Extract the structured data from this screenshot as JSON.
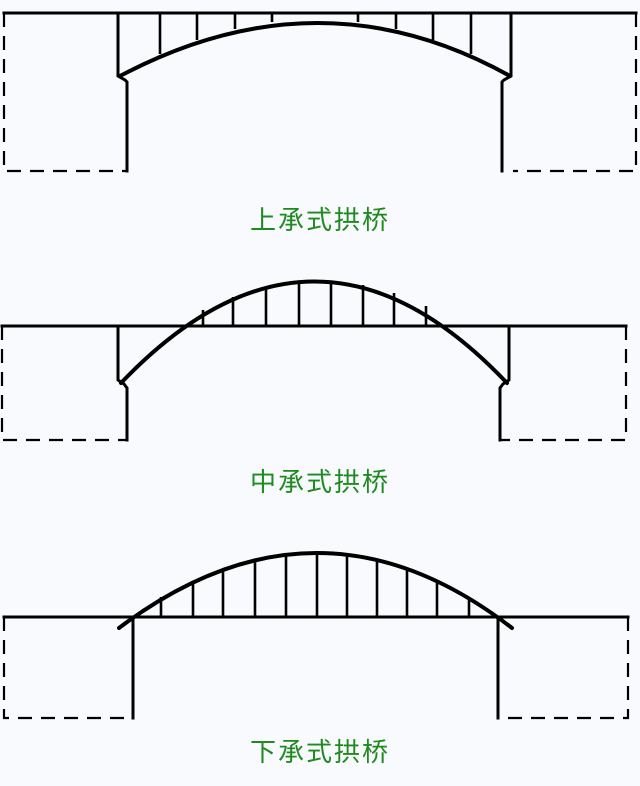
{
  "figure": {
    "background": "#f9fafd",
    "caption_color": "#1f8a1f",
    "line_color": "#000000",
    "panels": [
      {
        "id": "deck-arch",
        "caption": "上承式拱桥",
        "description": "Deck arch bridge: deck above the arch, vertical posts from arch up to deck"
      },
      {
        "id": "half-through-arch",
        "caption": "中承式拱桥",
        "description": "Half-through arch bridge: deck at mid-height, arch passes through deck"
      },
      {
        "id": "through-arch",
        "caption": "下承式拱桥",
        "description": "Through arch bridge: deck at arch springing level, hangers from arch down to deck"
      }
    ]
  }
}
